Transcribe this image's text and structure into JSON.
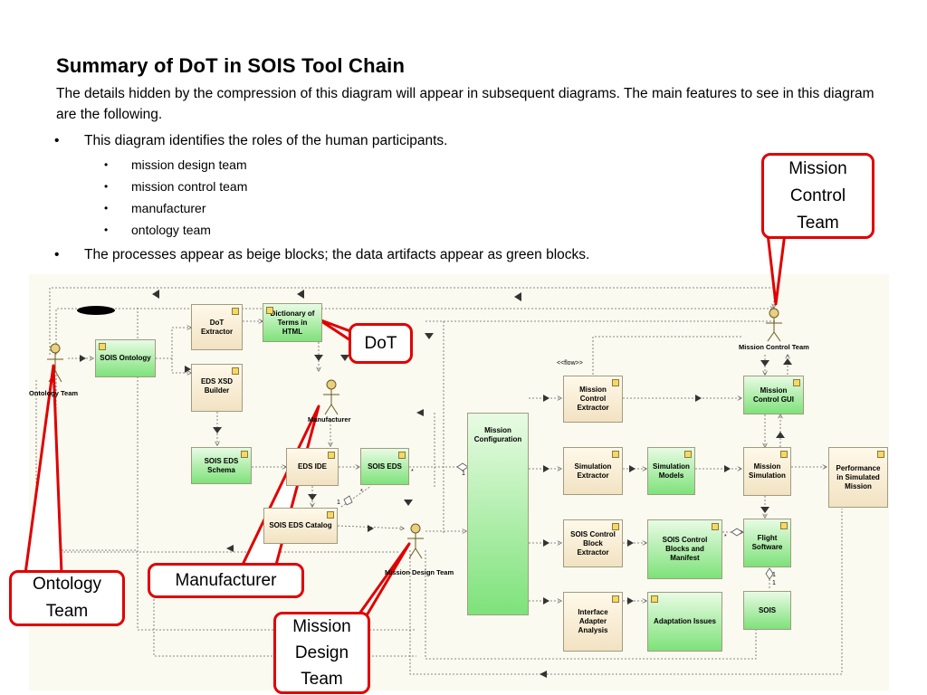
{
  "slide": {
    "title": "Summary of DoT in SOIS Tool Chain",
    "intro": "The details hidden by the compression of this diagram will appear in subsequent diagrams.  The main features to see in this diagram are the following.",
    "bullets": [
      {
        "text": "This diagram identifies the roles of the human participants.",
        "sub": [
          "mission design team",
          "mission control team",
          "manufacturer",
          "ontology team"
        ]
      },
      {
        "text": "The processes appear as beige blocks; the data artifacts appear as green blocks.",
        "sub": []
      }
    ]
  },
  "diagram": {
    "processes": {
      "dot_extractor": "DoT Extractor",
      "eds_xsd_builder": "EDS XSD Builder",
      "eds_ide": "EDS IDE",
      "sois_eds_catalog": "SOIS EDS Catalog",
      "mission_control_extractor": "Mission Control Extractor",
      "simulation_extractor": "Simulation Extractor",
      "sois_control_block_extractor": "SOIS Control Block Extractor",
      "interface_adapter_analysis": "Interface Adapter Analysis",
      "mission_simulation": "Mission Simulation",
      "performance_in_simulated_mission": "Performance in Simulated Mission"
    },
    "artifacts": {
      "sois_ontology": "SOIS Ontology",
      "dictionary_of_terms": "Dictionary of Terms in HTML",
      "sois_eds_schema": "SOIS EDS Schema",
      "sois_eds": "SOIS EDS",
      "mission_configuration": "Mission Configuration",
      "simulation_models": "Simulation Models",
      "sois_control_blocks_manifest": "SOIS Control Blocks and Manifest",
      "adaptation_issues": "Adaptation Issues",
      "mission_control_gui": "Mission Control GUI",
      "flight_software": "Flight Software",
      "sois": "SOIS"
    },
    "actors": {
      "ontology_team": "Ontology Team",
      "manufacturer": "Manufacturer",
      "mission_design_team": "Mission Design Team",
      "mission_control_team": "Mission Control Team"
    },
    "flow_label": "<<flow>>",
    "multiplicities": {
      "star": "*",
      "one": "1"
    }
  },
  "callouts": {
    "mission_control_team": "Mission Control Team",
    "dot": "DoT",
    "ontology_team": "Ontology Team",
    "manufacturer": "Manufacturer",
    "mission_design_team": "Mission Design Team"
  },
  "colors": {
    "callout_border": "#e00000",
    "process_fill": "#f2e2c2",
    "artifact_fill": "#7ee27a",
    "diagram_background": "#fbfaf0"
  }
}
